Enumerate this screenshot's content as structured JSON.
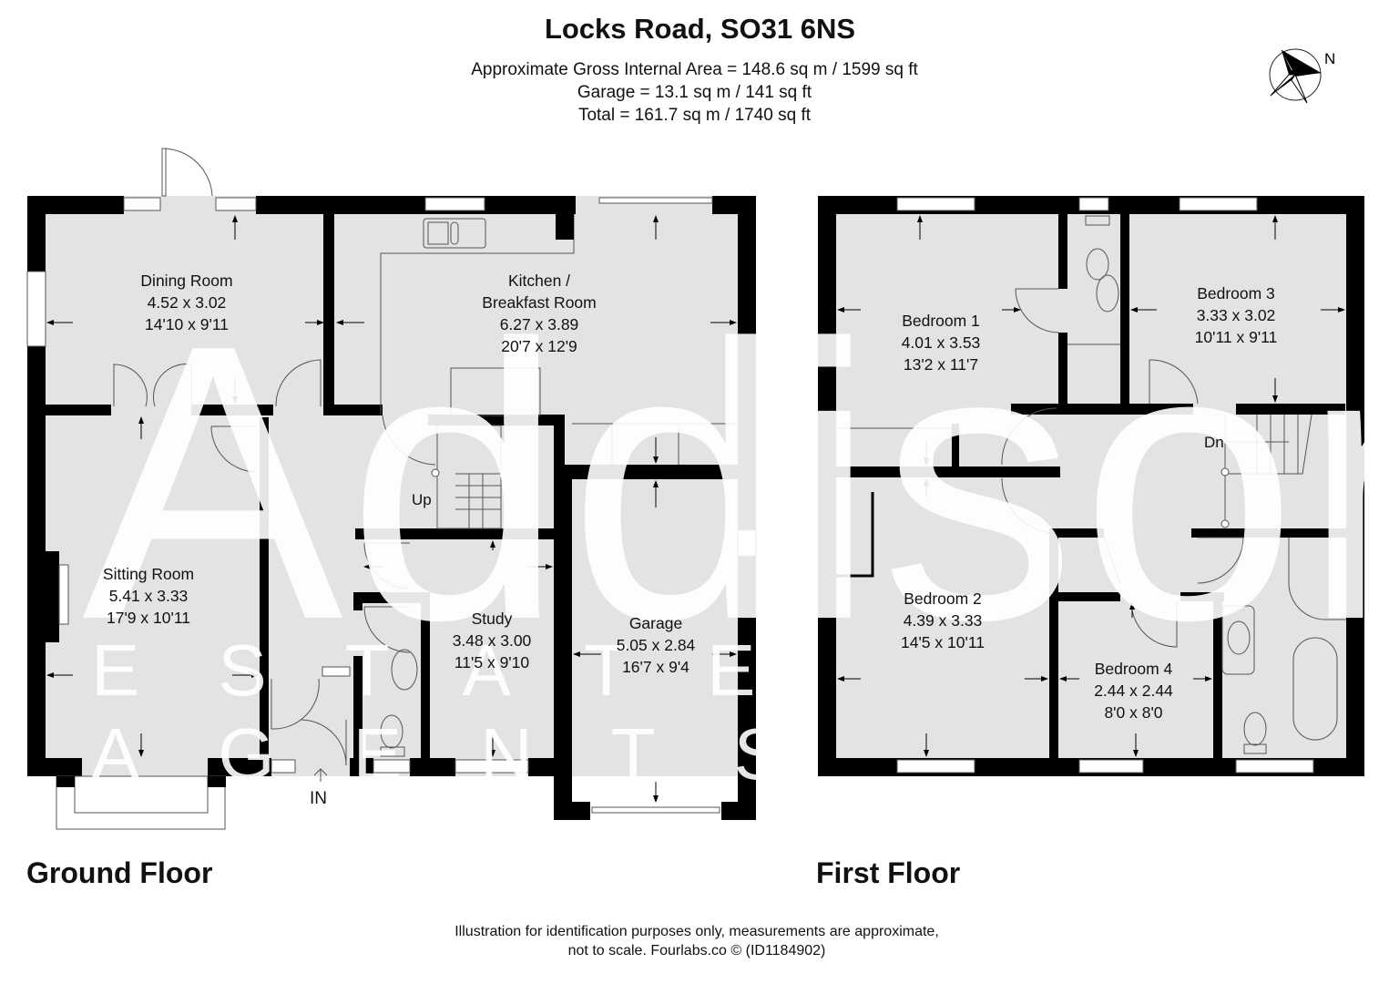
{
  "header": {
    "title": "Locks Road, SO31 6NS",
    "gross_internal_area": "Approximate Gross Internal Area = 148.6 sq m / 1599 sq ft",
    "garage_area": "Garage = 13.1 sq m / 141 sq ft",
    "total_area": "Total = 161.7 sq m / 1740 sq ft"
  },
  "compass": {
    "label": "N",
    "icon": "compass-rose-icon"
  },
  "watermark": {
    "brand": "Addison",
    "tagline": "ESTATE AGENTS"
  },
  "ground_floor": {
    "label": "Ground Floor",
    "entrance_label": "IN",
    "stairs_label": "Up",
    "rooms": [
      {
        "name": "Dining Room",
        "metric": "4.52 x 3.02",
        "imperial": "14'10 x 9'11"
      },
      {
        "name": "Kitchen /",
        "name2": "Breakfast Room",
        "metric": "6.27 x 3.89",
        "imperial": "20'7 x 12'9"
      },
      {
        "name": "Sitting Room",
        "metric": "5.41 x 3.33",
        "imperial": "17'9 x 10'11"
      },
      {
        "name": "Study",
        "metric": "3.48 x 3.00",
        "imperial": "11'5 x 9'10"
      },
      {
        "name": "Garage",
        "metric": "5.05 x 2.84",
        "imperial": "16'7 x 9'4"
      }
    ]
  },
  "first_floor": {
    "label": "First Floor",
    "stairs_label": "Dn",
    "rooms": [
      {
        "name": "Bedroom 1",
        "metric": "4.01 x 3.53",
        "imperial": "13'2 x 11'7"
      },
      {
        "name": "Bedroom 3",
        "metric": "3.33 x 3.02",
        "imperial": "10'11 x 9'11"
      },
      {
        "name": "Bedroom 2",
        "metric": "4.39 x 3.33",
        "imperial": "14'5 x 10'11"
      },
      {
        "name": "Bedroom 4",
        "metric": "2.44 x 2.44",
        "imperial": "8'0 x 8'0"
      }
    ]
  },
  "footer": {
    "line1": "Illustration for identification purposes only, measurements are approximate,",
    "line2": "not to scale. Fourlabs.co © (ID1184902)"
  },
  "colors": {
    "wall": "#000000",
    "floor": "#e3e3e3",
    "background": "#ffffff",
    "text": "#111111"
  }
}
